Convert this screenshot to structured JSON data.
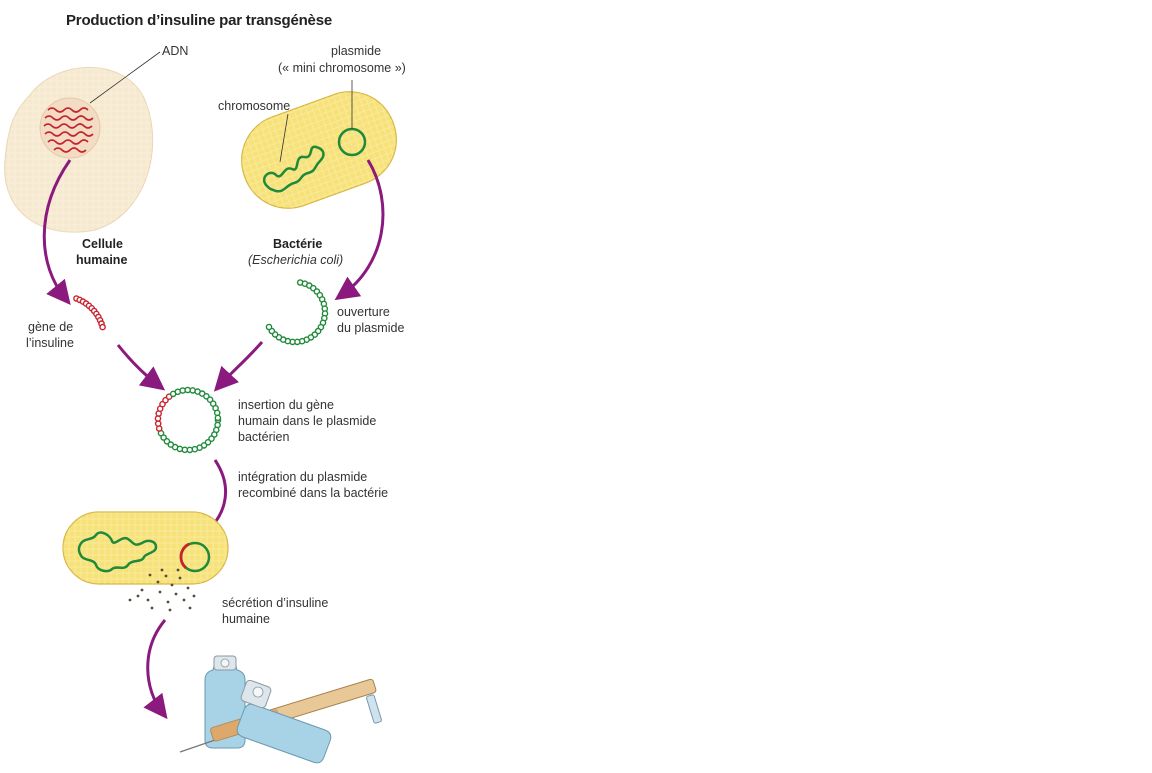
{
  "title": "Production d’insuline par transgénèse",
  "labels": {
    "adn": "ADN",
    "plasmide_line1": "plasmide",
    "plasmide_line2": "(« mini chromosome »)",
    "chromosome": "chromosome",
    "cellule_line1": "Cellule",
    "cellule_line2": "humaine",
    "bacterie_line1": "Bactérie",
    "bacterie_line2": "(Escherichia coli)",
    "gene_line1": "gène de",
    "gene_line2": "l’insuline",
    "ouverture_line1": "ouverture",
    "ouverture_line2": "du plasmide",
    "insertion_line1": "insertion du gène",
    "insertion_line2": "humain dans le plasmide",
    "insertion_line3": "bactérien",
    "integration_line1": "intégration du plasmide",
    "integration_line2": "recombiné dans la bactérie",
    "secretion_line1": "sécrétion d’insuline",
    "secretion_line2": "humaine"
  },
  "colors": {
    "human_cell_fill": "#f6e9cf",
    "bacterium_fill": "#f7e27a",
    "bacterium_stroke": "#d8b640",
    "dna_red": "#c8222c",
    "plasmid_green": "#1f8a3a",
    "arrow_purple": "#8b1a7e",
    "vial_blue": "#a8d2e6"
  },
  "icons": [
    "syringe-icon",
    "vial-icon"
  ]
}
